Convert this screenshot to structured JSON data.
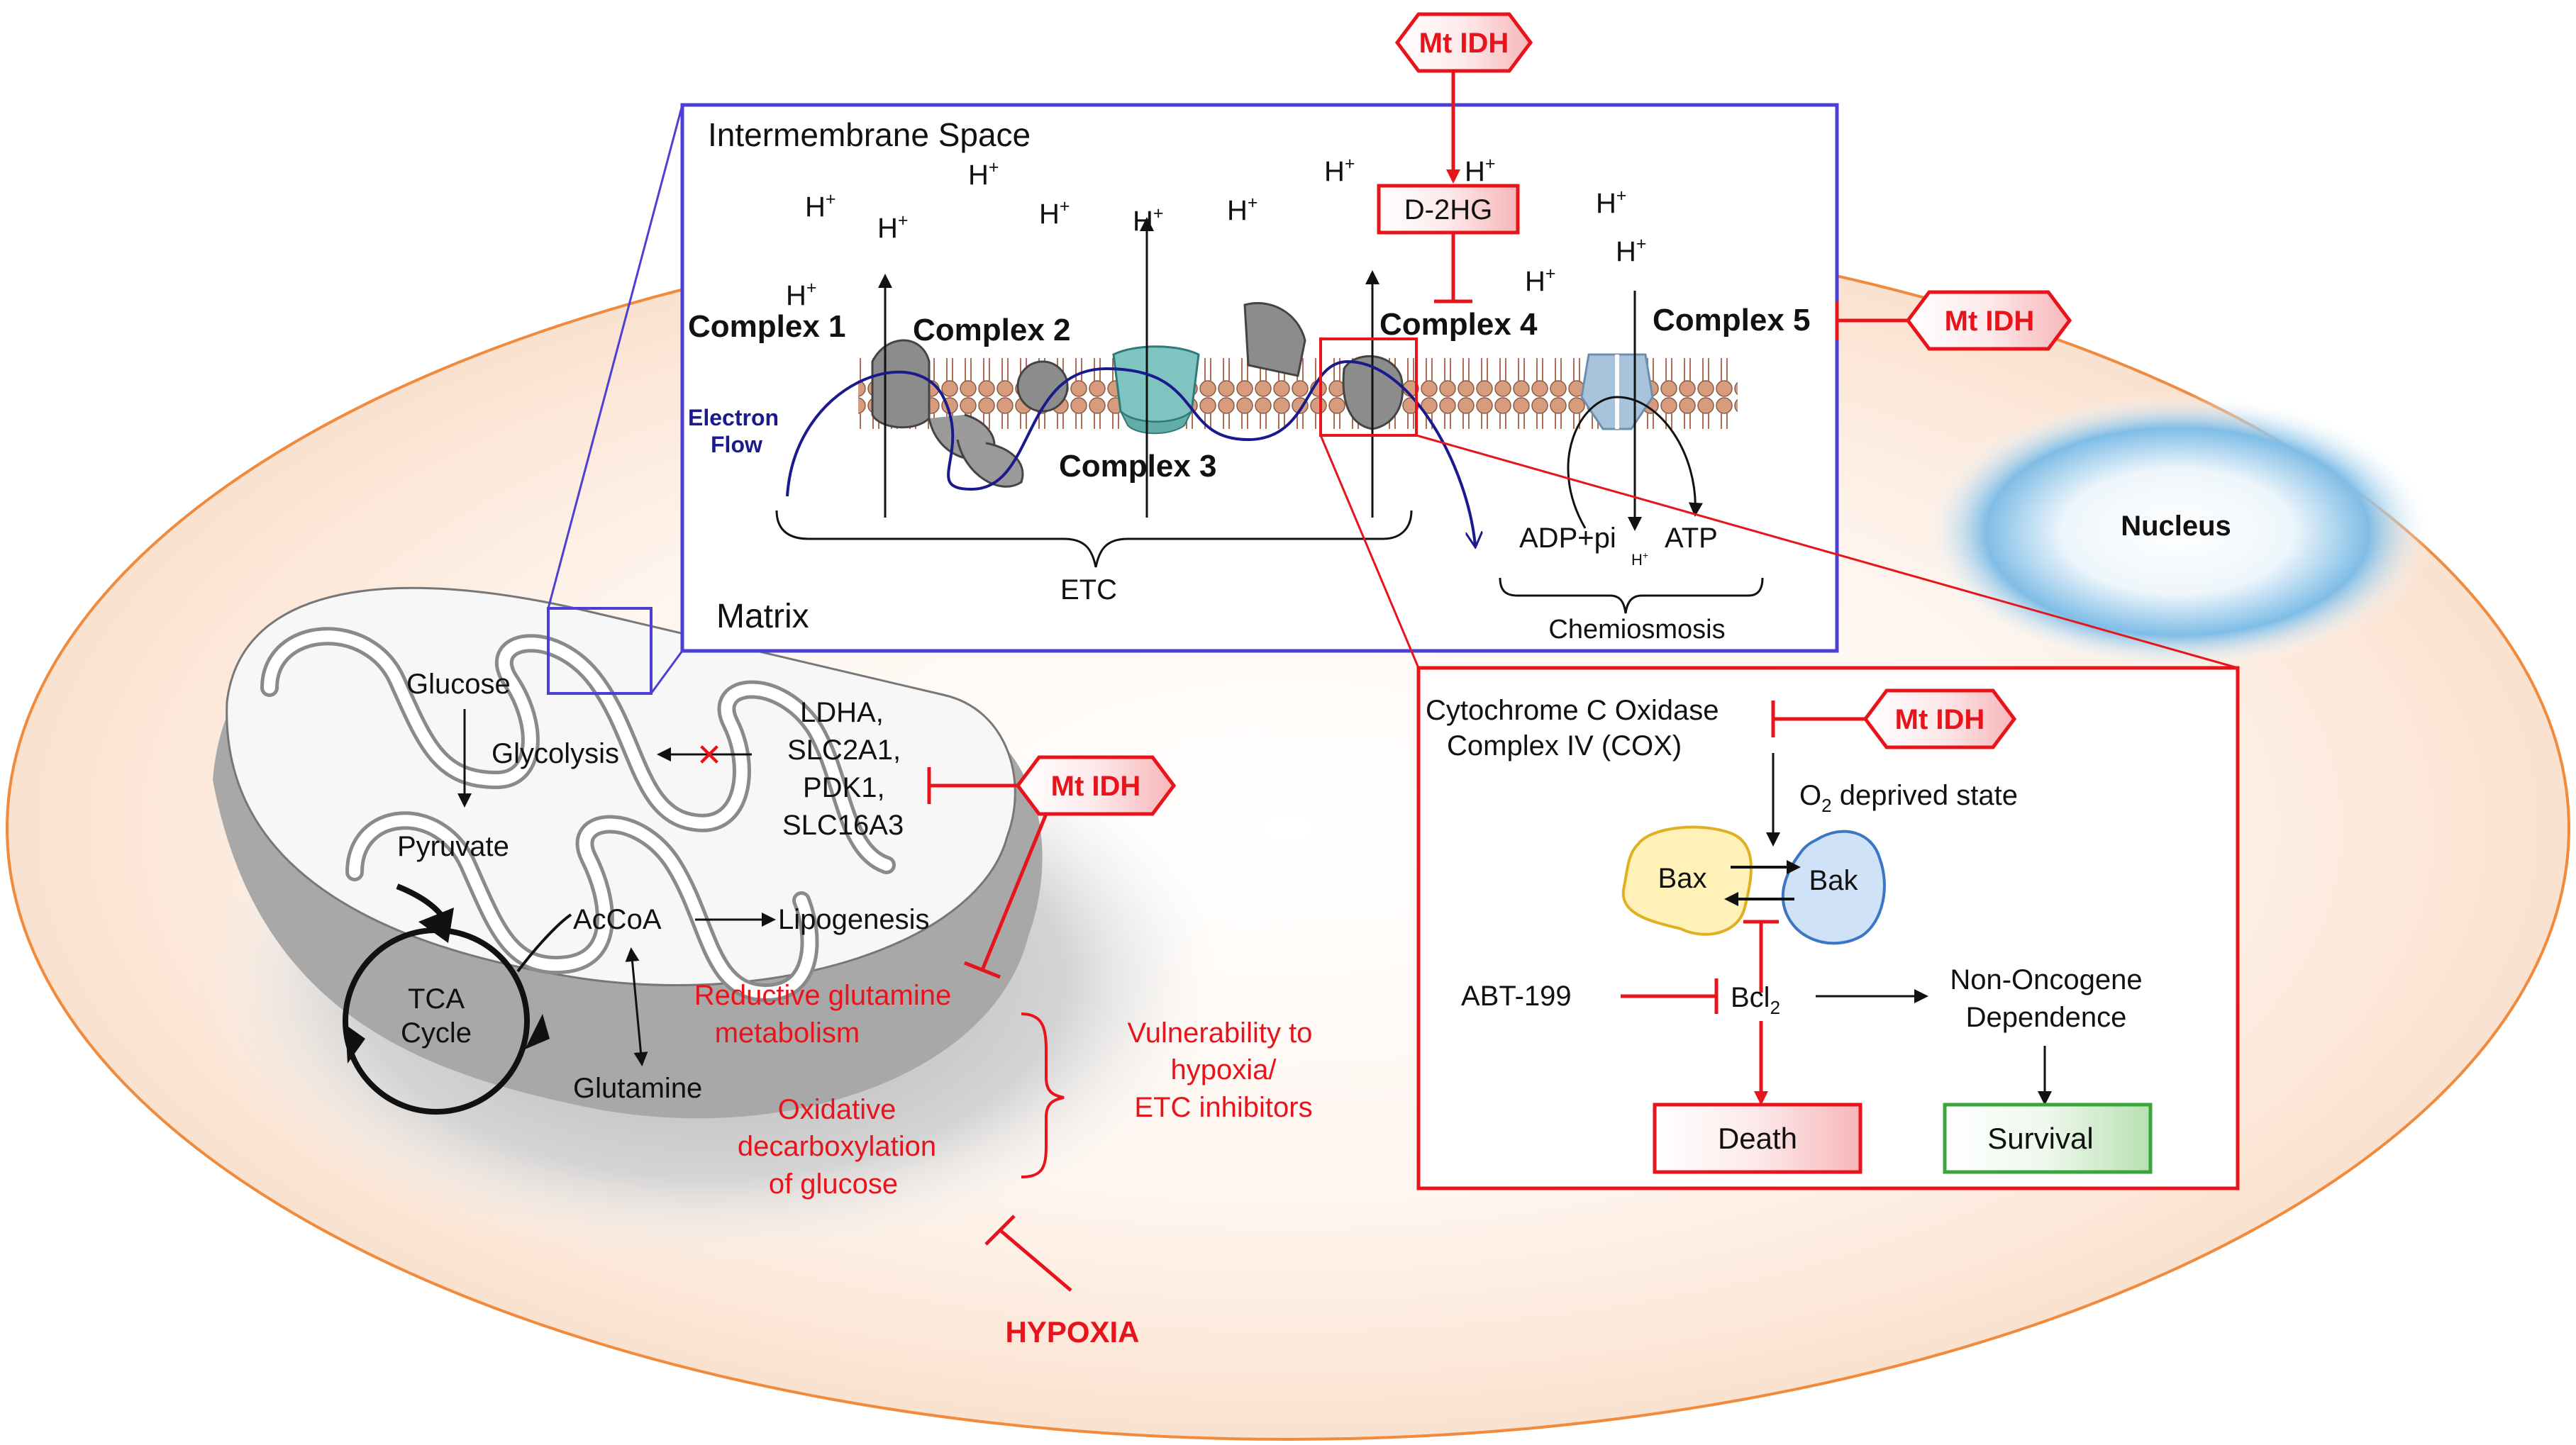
{
  "labels": {
    "nucleus": "Nucleus",
    "intermembrane_space": "Intermembrane Space",
    "matrix": "Matrix",
    "complex1": "Complex 1",
    "complex2": "Complex 2",
    "complex3": "Complex 3",
    "complex4": "Complex 4",
    "complex5": "Complex 5",
    "electron_flow_1": "Electron",
    "electron_flow_2": "Flow",
    "etc": "ETC",
    "adp_pi": "ADP+pi",
    "atp": "ATP",
    "chemiosmosis": "Chemiosmosis",
    "proton": "H",
    "proton_sup": "+",
    "d2hg": "D-2HG",
    "mt_idh": "Mt IDH",
    "glucose": "Glucose",
    "glycolysis": "Glycolysis",
    "pyruvate": "Pyruvate",
    "acoa": "AcCoA",
    "lipogenesis": "Lipogenesis",
    "tca_1": "TCA",
    "tca_2": "Cycle",
    "glutamine": "Glutamine",
    "ldha": "LDHA,",
    "slc2a1": "SLC2A1,",
    "pdk1": "PDK1,",
    "slc16a3": "SLC16A3",
    "reductive_1": "Reductive glutamine",
    "reductive_2": "metabolism",
    "oxidative_1": "Oxidative",
    "oxidative_2": "decarboxylation",
    "oxidative_3": "of glucose",
    "vuln_1": "Vulnerability to",
    "vuln_2": "hypoxia/",
    "vuln_3": "ETC inhibitors",
    "hypoxia": "HYPOXIA",
    "cox_1": "Cytochrome C Oxidase",
    "cox_2": "Complex IV (COX)",
    "o2_main": "O",
    "o2_sub": "2",
    "o2_rest": " deprived state",
    "bax": "Bax",
    "bak": "Bak",
    "abt199": "ABT-199",
    "bcl_main": "Bcl",
    "bcl_sub": "2",
    "non_onc_1": "Non-Oncogene",
    "non_onc_2": "Dependence",
    "death": "Death",
    "survival": "Survival"
  },
  "colors": {
    "cell_fill": "#fbe6d6",
    "cell_border": "#f08a3c",
    "nucleus": "#5aa6dc",
    "inset_border": "#4b3fd6",
    "red": "#e8141c",
    "navy": "#1a1a8c",
    "survival_green": "#3aa53a"
  }
}
